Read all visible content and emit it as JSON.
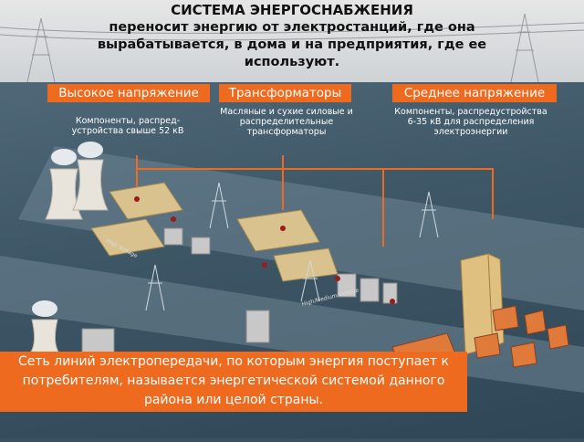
{
  "title": {
    "line1": "СИСТЕМА ЭНЕРГОСНАБЖЕНИЯ",
    "line2": "переносит энергию от электростанций, где она",
    "line3": "вырабатывается, в дома и на предприятия, где ее",
    "line4": "используют."
  },
  "headers": {
    "high_voltage": "Высокое напряжение",
    "transformers": "Трансформаторы",
    "medium_voltage": "Среднее напряжение"
  },
  "descriptions": {
    "high_voltage": "Компоненты, распред-устройства свыше 52 кВ",
    "transformers": "Масляные и сухие силовые и распределительные трансформаторы",
    "medium_voltage": "Компоненты, распредустройства 6-35 кВ для распределения электроэнергии"
  },
  "scene_labels": {
    "high_voltage_label": "High Voltage",
    "medium_voltage_label": "High/Medium Voltage"
  },
  "bottom_text": "Сеть линий электропередачи, по которым энергия поступает к потребителям, называется энергетической системой данного района или целой страны.",
  "colors": {
    "accent": "#ee6a1f",
    "background": "#3b5060"
  }
}
